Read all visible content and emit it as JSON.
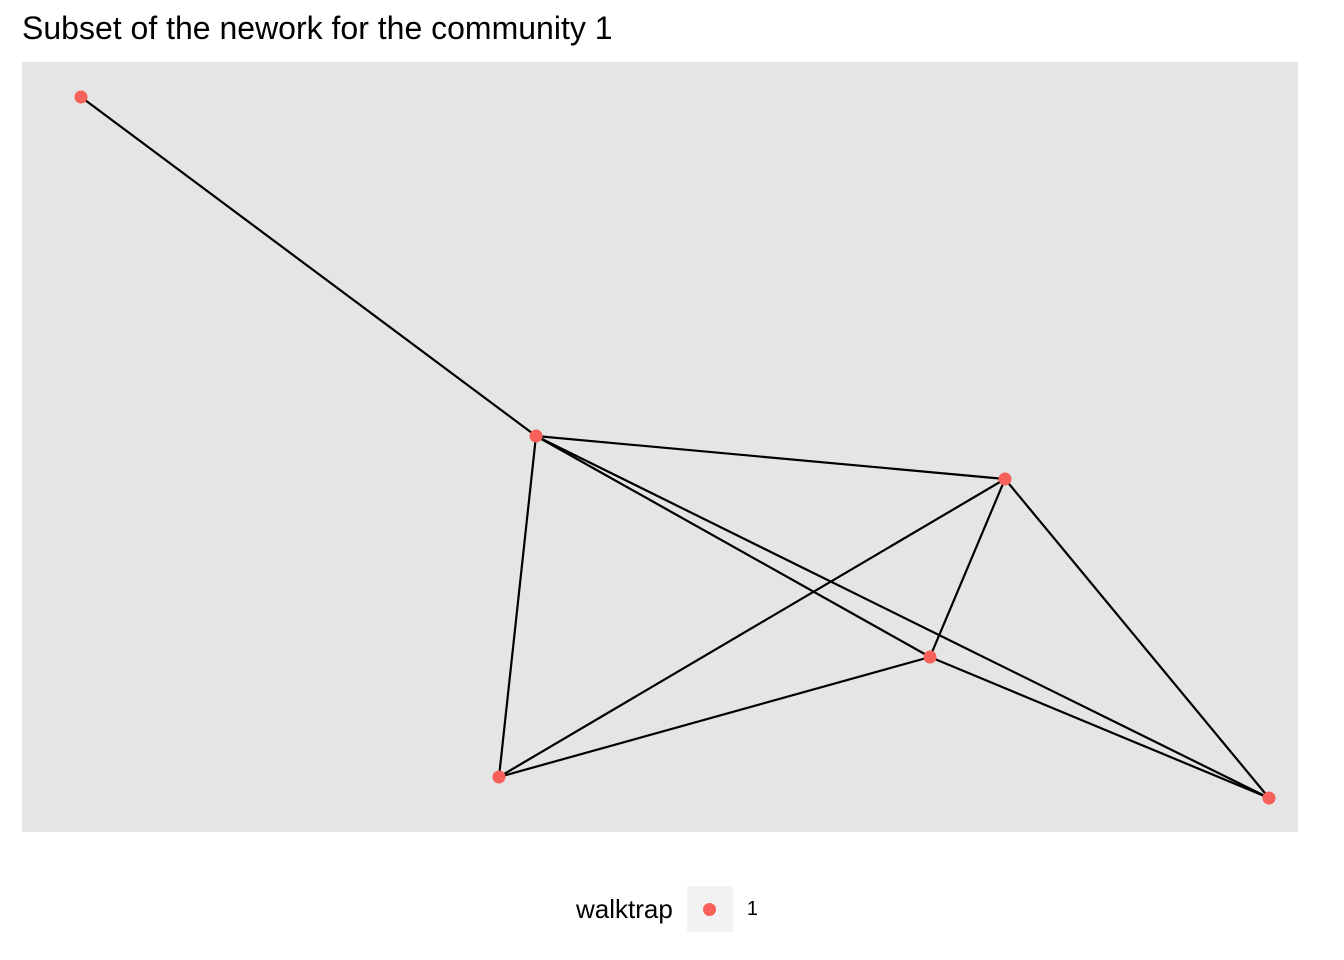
{
  "title": "Subset of the nework for the community 1",
  "colors": {
    "panel_background": "#e5e5e5",
    "edge": "#000000",
    "node": "#f8605a",
    "legend_key_background": "#f2f2f2"
  },
  "legend": {
    "title": "walktrap",
    "items": [
      {
        "label": "1",
        "color": "#f8605a"
      }
    ]
  },
  "graph": {
    "nodes": [
      {
        "id": "n1",
        "community": "1"
      },
      {
        "id": "n2",
        "community": "1"
      },
      {
        "id": "n3",
        "community": "1"
      },
      {
        "id": "n4",
        "community": "1"
      },
      {
        "id": "n5",
        "community": "1"
      },
      {
        "id": "n6",
        "community": "1"
      }
    ],
    "edges": [
      [
        "n1",
        "n2"
      ],
      [
        "n2",
        "n3"
      ],
      [
        "n2",
        "n4"
      ],
      [
        "n2",
        "n5"
      ],
      [
        "n2",
        "n6"
      ],
      [
        "n3",
        "n4"
      ],
      [
        "n3",
        "n5"
      ],
      [
        "n3",
        "n6"
      ],
      [
        "n4",
        "n5"
      ],
      [
        "n4",
        "n6"
      ]
    ]
  }
}
